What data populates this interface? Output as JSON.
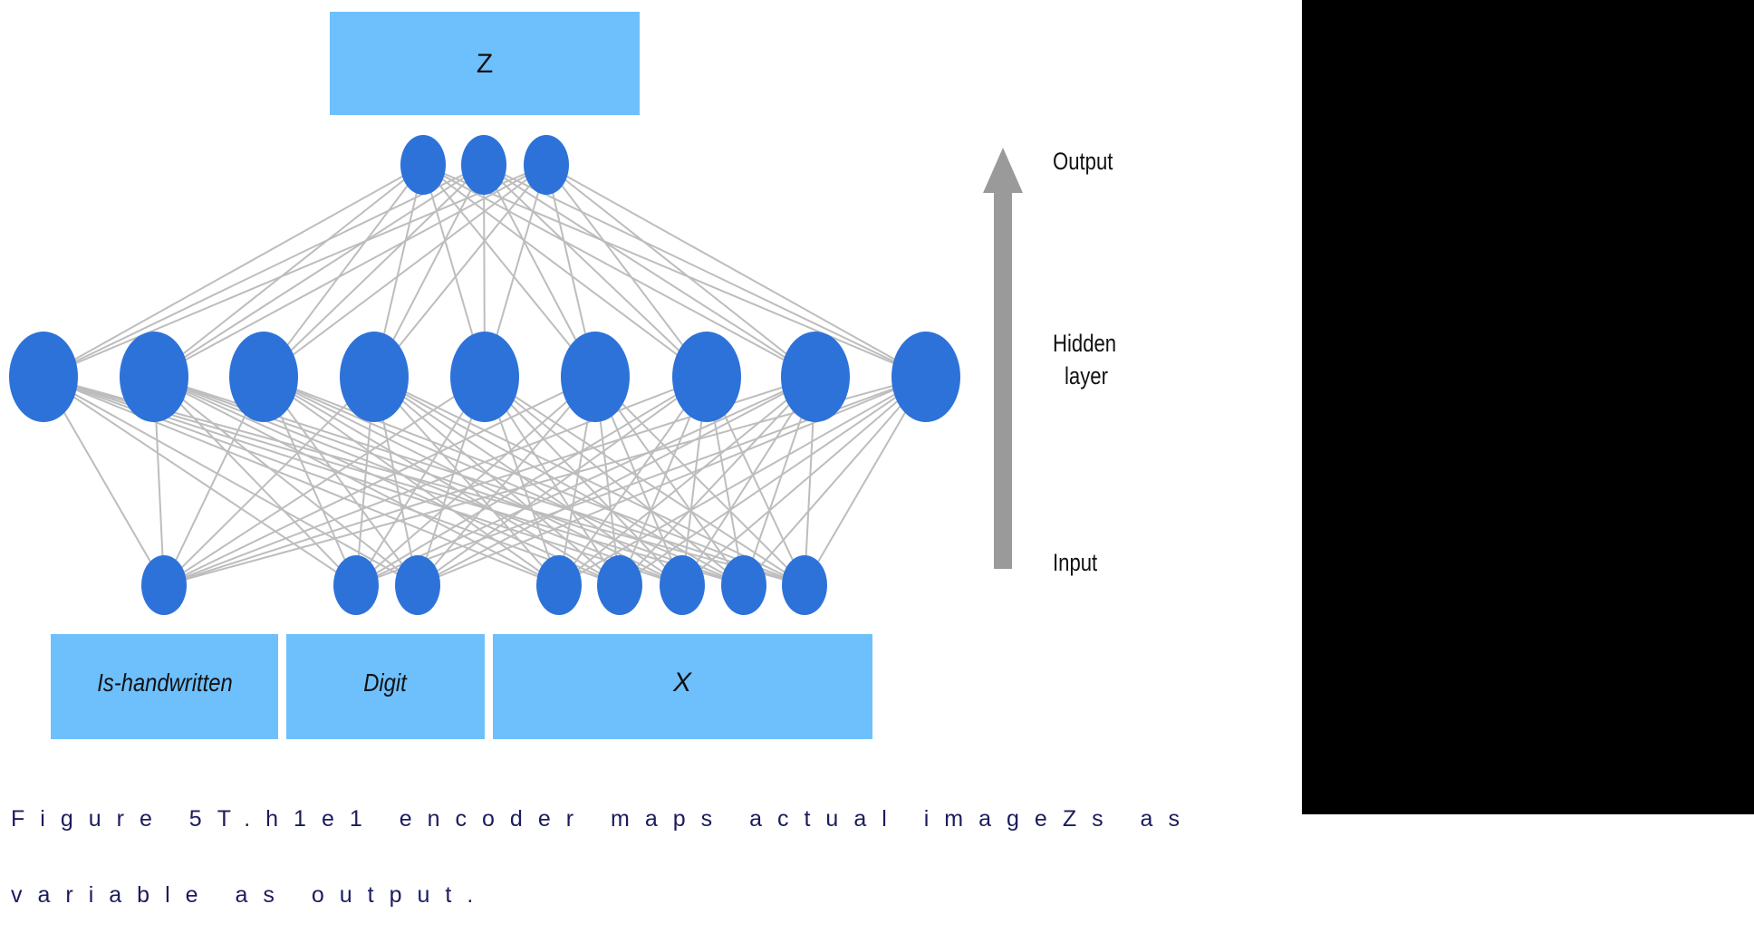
{
  "figure": {
    "type": "autoencoder-encoder network diagram",
    "colors": {
      "node": "#2d72d9",
      "box": "#6ec0fd",
      "edge": "#bdbdbd",
      "arrow": "#9a9a9a",
      "caption_text": "#1b1b5f",
      "side_panel": "#000000"
    },
    "output_box": {
      "label": "Z"
    },
    "input_boxes": [
      {
        "label": "Is-handwritten",
        "node_count": 1
      },
      {
        "label": "Digit",
        "node_count": 2
      },
      {
        "label": "X",
        "node_count": 5
      }
    ],
    "layers": {
      "input_nodes": 8,
      "hidden_nodes": 9,
      "output_nodes": 3
    },
    "connectivity": "fully-connected",
    "side_labels": {
      "output": "Output",
      "hidden_line1": "Hidden",
      "hidden_line2": "layer",
      "input": "Input"
    },
    "arrow": {
      "direction": "up"
    }
  },
  "caption": {
    "line1": "Figure 5T.h1e1 encoder maps actual imageZs as",
    "line2": "variable as output."
  }
}
